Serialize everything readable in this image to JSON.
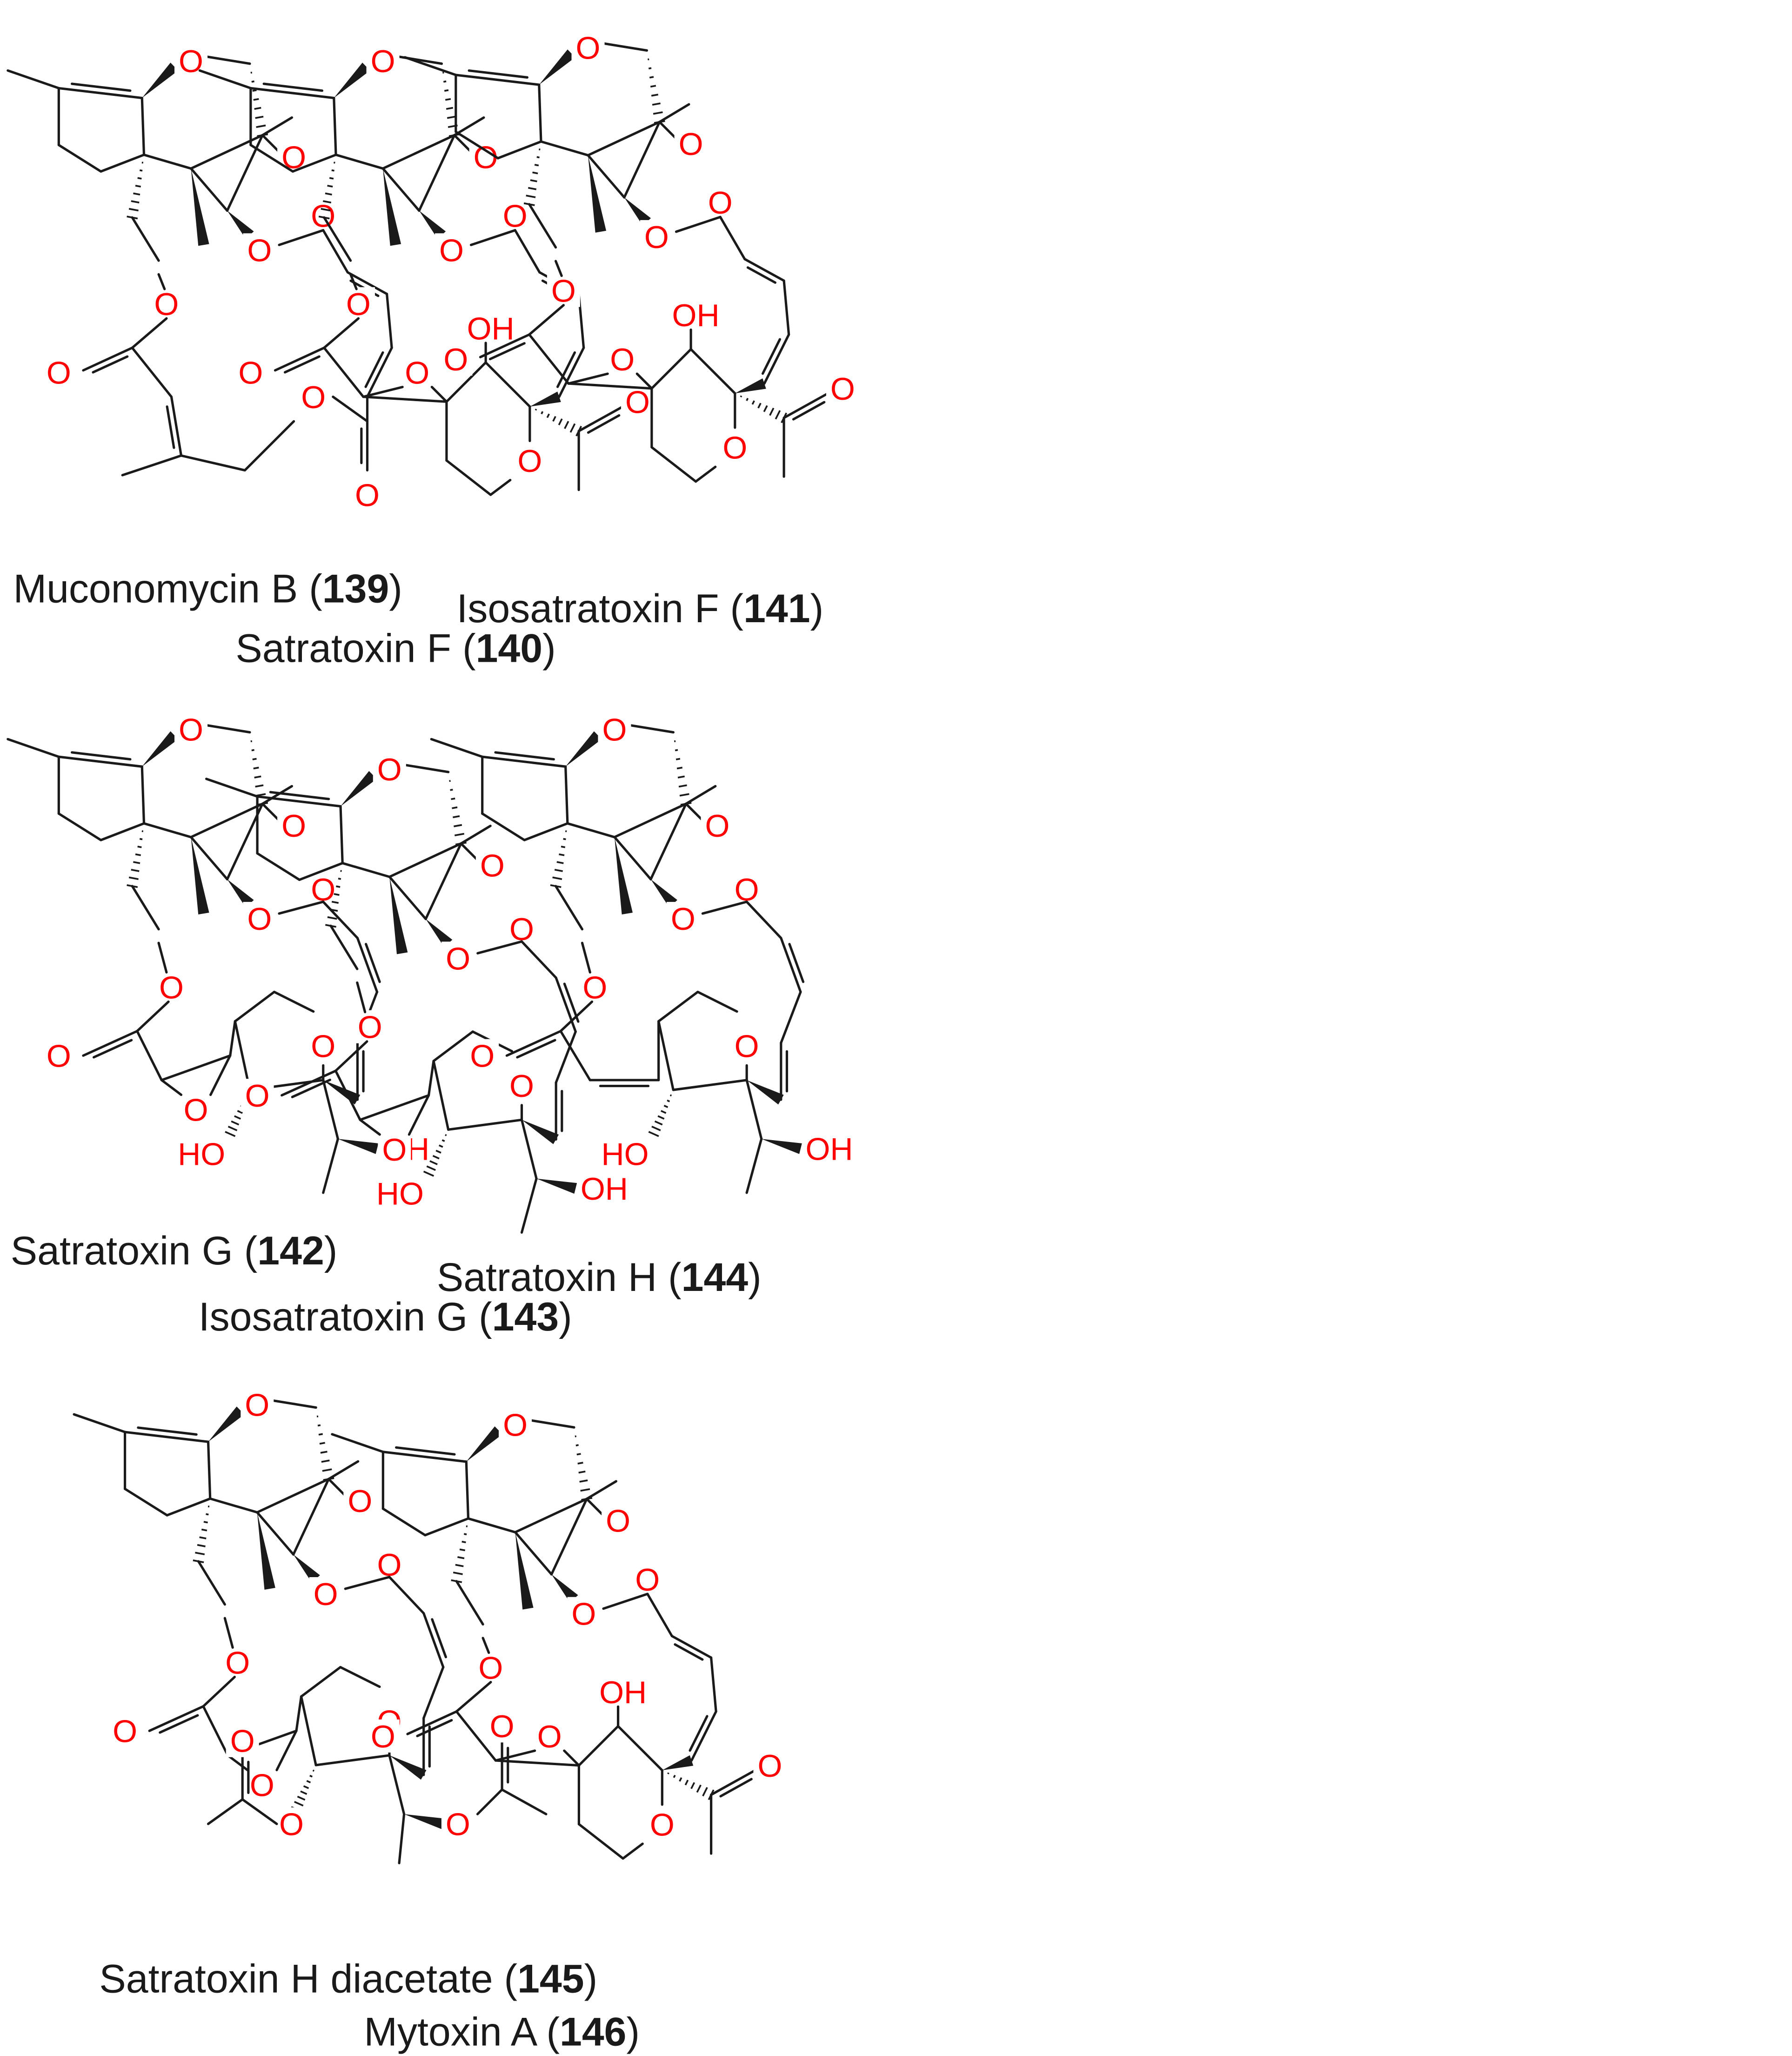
{
  "atoms": {
    "oxygen": "O",
    "hydroxyl": "OH",
    "hydroxyl_left": "HO"
  },
  "compounds": [
    {
      "id": "c139",
      "name": "Muconomycin B",
      "number": "139"
    },
    {
      "id": "c140",
      "name": "Satratoxin F",
      "number": "140"
    },
    {
      "id": "c141",
      "name": "Isosatratoxin F",
      "number": "141"
    },
    {
      "id": "c142",
      "name": "Satratoxin G",
      "number": "142"
    },
    {
      "id": "c143",
      "name": "Isosatratoxin G",
      "number": "143"
    },
    {
      "id": "c144",
      "name": "Satratoxin H",
      "number": "144"
    },
    {
      "id": "c145",
      "name": "Satratoxin H diacetate",
      "number": "145"
    },
    {
      "id": "c146",
      "name": "Mytoxin A",
      "number": "146"
    }
  ],
  "colors": {
    "heteroatom": "#ff0000",
    "bond": "#1a1a1a",
    "background": "#ffffff"
  }
}
